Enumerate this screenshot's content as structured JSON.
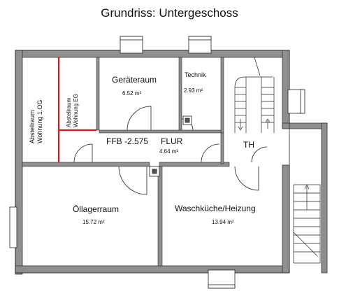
{
  "title": "Grundriss: Untergeschoss",
  "rooms": {
    "abstellraum_1og": {
      "label_line1": "Abstellraum",
      "label_line2": "Wohnung 1.OG"
    },
    "abstellraum_eg": {
      "label_line1": "Abstellraum",
      "label_line2": "Wohnung EG"
    },
    "geraeteraum": {
      "label": "Geräteraum",
      "area": "6.52 m²"
    },
    "technik": {
      "label": "Technik",
      "area": "2.93 m²"
    },
    "flur": {
      "level": "FFB -2.575",
      "label": "FLUR",
      "area": "4.64 m²"
    },
    "treppenhaus": {
      "label": "TH"
    },
    "oellagerraum": {
      "label": "Öllagerraum",
      "area": "15.72 m²"
    },
    "waschkueche": {
      "label": "Waschküche/Heizung",
      "area": "13.94 m²"
    }
  },
  "colors": {
    "wall": "#8c8c8c",
    "line": "#222222",
    "partition": "#e0141a"
  }
}
